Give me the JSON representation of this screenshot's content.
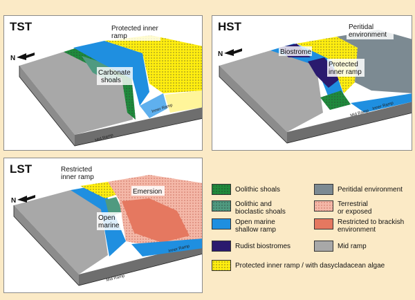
{
  "panels": [
    {
      "title": "TST",
      "labels": {
        "north": "N",
        "protected": "Protected inner\nramp",
        "carbonate": "Carbonate\nshoals",
        "inner_ramp": "Inner Ramp",
        "mid_ramp": "Mid Ramp"
      }
    },
    {
      "title": "HST",
      "labels": {
        "north": "N",
        "biostrome": "Biostrome",
        "peritidal": "Peritidal\nenvironment",
        "protected": "Protected\ninner ramp",
        "inner_ramp": "Inner Ramp",
        "mid_ramp": "Mid Ramp"
      }
    },
    {
      "title": "LST",
      "labels": {
        "north": "N",
        "restricted": "Restricted\ninner ramp",
        "emersion": "Emersion",
        "open_marine": "Open\nmarine",
        "inner_ramp": "Inner Ramp",
        "mid_ramp": "Mid Ramp"
      }
    }
  ],
  "legend": [
    {
      "key": "oolithic",
      "label": "Oolithic shoals",
      "color": "#1f8a3c",
      "pattern": "dots-dark"
    },
    {
      "key": "peritidal",
      "label": "Peritidal environment",
      "color": "#7c8a92",
      "pattern": "none"
    },
    {
      "key": "bioclastic",
      "label": "Oolithic and\nbioclastic shoals",
      "color": "#4f9a80",
      "pattern": "dots-dark"
    },
    {
      "key": "terrestrial",
      "label": "Terrestrial\nor exposed",
      "color": "#f4b8a8",
      "pattern": "dots-red"
    },
    {
      "key": "open_marine",
      "label": "Open marine\nshallow ramp",
      "color": "#1f8fe0",
      "pattern": "none"
    },
    {
      "key": "brackish",
      "label": "Restricted to brackish\nenvironment",
      "color": "#e57860",
      "pattern": "none"
    },
    {
      "key": "rudist",
      "label": "Rudist biostromes",
      "color": "#2a1a6e",
      "pattern": "none"
    },
    {
      "key": "mid_ramp",
      "label": "Mid ramp",
      "color": "#a8a8a8",
      "pattern": "none"
    },
    {
      "key": "protected",
      "label": "Protected inner ramp / with dasycladacean algae",
      "color": "#ffee10",
      "pattern": "dots-dark"
    }
  ]
}
